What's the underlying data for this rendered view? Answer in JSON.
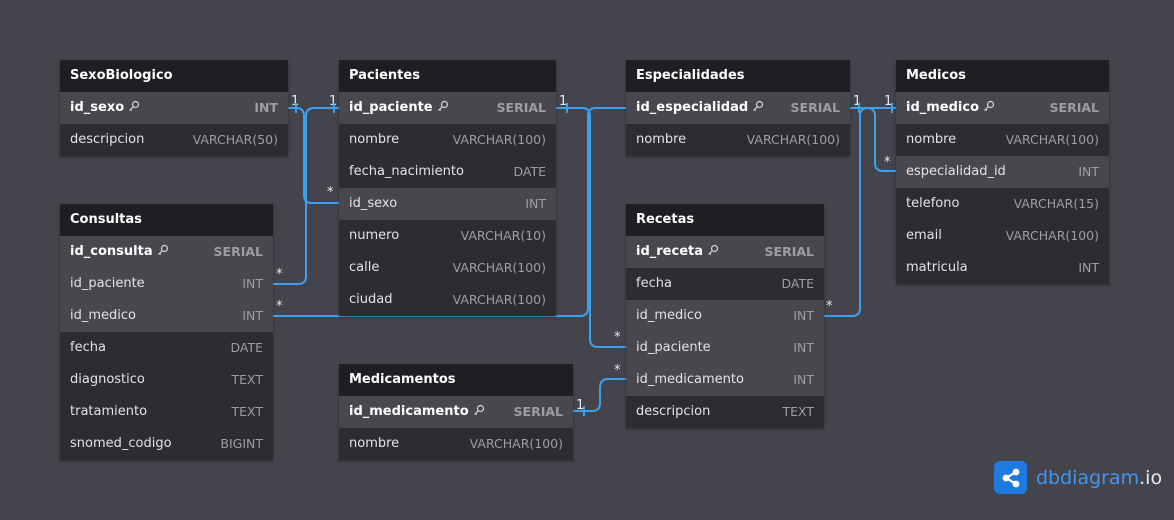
{
  "colors": {
    "background": "#44444c",
    "link": "#3aa0f0",
    "header": "#1f1f23",
    "body": "#2c2c31",
    "highlight": "#47474d"
  },
  "tables": {
    "sexo": {
      "name": "SexoBiologico",
      "fields": [
        {
          "name": "id_sexo",
          "type": "INT",
          "pk": true
        },
        {
          "name": "descripcion",
          "type": "VARCHAR(50)"
        }
      ]
    },
    "pacientes": {
      "name": "Pacientes",
      "fields": [
        {
          "name": "id_paciente",
          "type": "SERIAL",
          "pk": true
        },
        {
          "name": "nombre",
          "type": "VARCHAR(100)"
        },
        {
          "name": "fecha_nacimiento",
          "type": "DATE"
        },
        {
          "name": "id_sexo",
          "type": "INT"
        },
        {
          "name": "numero",
          "type": "VARCHAR(10)"
        },
        {
          "name": "calle",
          "type": "VARCHAR(100)"
        },
        {
          "name": "ciudad",
          "type": "VARCHAR(100)"
        }
      ]
    },
    "especialidades": {
      "name": "Especialidades",
      "fields": [
        {
          "name": "id_especialidad",
          "type": "SERIAL",
          "pk": true
        },
        {
          "name": "nombre",
          "type": "VARCHAR(100)"
        }
      ]
    },
    "medicos": {
      "name": "Medicos",
      "fields": [
        {
          "name": "id_medico",
          "type": "SERIAL",
          "pk": true
        },
        {
          "name": "nombre",
          "type": "VARCHAR(100)"
        },
        {
          "name": "especialidad_id",
          "type": "INT"
        },
        {
          "name": "telefono",
          "type": "VARCHAR(15)"
        },
        {
          "name": "email",
          "type": "VARCHAR(100)"
        },
        {
          "name": "matricula",
          "type": "INT"
        }
      ]
    },
    "consultas": {
      "name": "Consultas",
      "fields": [
        {
          "name": "id_consulta",
          "type": "SERIAL",
          "pk": true
        },
        {
          "name": "id_paciente",
          "type": "INT"
        },
        {
          "name": "id_medico",
          "type": "INT"
        },
        {
          "name": "fecha",
          "type": "DATE"
        },
        {
          "name": "diagnostico",
          "type": "TEXT"
        },
        {
          "name": "tratamiento",
          "type": "TEXT"
        },
        {
          "name": "snomed_codigo",
          "type": "BIGINT"
        }
      ]
    },
    "recetas": {
      "name": "Recetas",
      "fields": [
        {
          "name": "id_receta",
          "type": "SERIAL",
          "pk": true
        },
        {
          "name": "fecha",
          "type": "DATE"
        },
        {
          "name": "id_medico",
          "type": "INT"
        },
        {
          "name": "id_paciente",
          "type": "INT"
        },
        {
          "name": "id_medicamento",
          "type": "INT"
        },
        {
          "name": "descripcion",
          "type": "TEXT"
        }
      ]
    },
    "medicamentos": {
      "name": "Medicamentos",
      "fields": [
        {
          "name": "id_medicamento",
          "type": "SERIAL",
          "pk": true
        },
        {
          "name": "nombre",
          "type": "VARCHAR(100)"
        }
      ]
    }
  },
  "relationships": [
    {
      "from": "SexoBiologico.id_sexo",
      "to": "Pacientes.id_sexo",
      "from_card": "1",
      "to_card": "*"
    },
    {
      "from": "Pacientes.id_paciente",
      "to": "Consultas.id_paciente",
      "from_card": "1",
      "to_card": "*"
    },
    {
      "from": "Medicos.id_medico",
      "to": "Consultas.id_medico",
      "from_card": "1",
      "to_card": "*"
    },
    {
      "from": "Pacientes.id_paciente",
      "to": "Recetas.id_paciente",
      "from_card": "1",
      "to_card": "*"
    },
    {
      "from": "Especialidades.id_especialidad",
      "to": "Medicos.especialidad_id",
      "from_card": "1",
      "to_card": "*"
    },
    {
      "from": "Medicos.id_medico",
      "to": "Recetas.id_medico",
      "from_card": "1",
      "to_card": "*"
    },
    {
      "from": "Medicamentos.id_medicamento",
      "to": "Recetas.id_medicamento",
      "from_card": "1",
      "to_card": "*"
    }
  ],
  "branding": {
    "name": "dbdiagram",
    "tld": ".io",
    "icon": "share-icon"
  }
}
